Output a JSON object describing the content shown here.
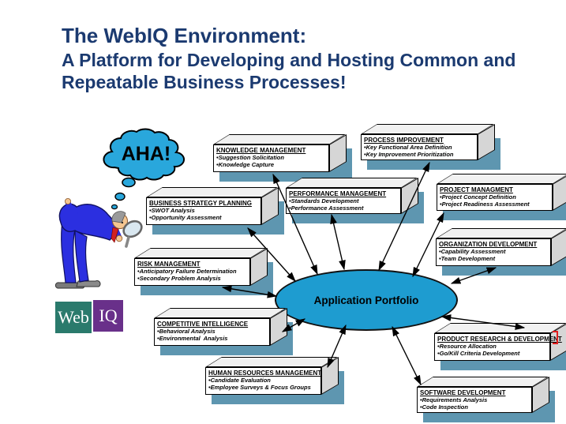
{
  "title": {
    "line1": "The WebIQ Environment:",
    "line2": "A Platform for Developing and Hosting Common and",
    "line3": "Repeatable Business Processes!"
  },
  "bubble": {
    "text": "AHA!"
  },
  "center": {
    "label": "Application Portfolio"
  },
  "logo": {
    "left": "Web",
    "right": "IQ"
  },
  "boxes": [
    {
      "title": "KNOWLEDGE MANAGEMENT",
      "bullets": [
        "•Suggestion Solicitation",
        "•Knowledge Capture"
      ]
    },
    {
      "title": "PROCESS IMPROVEMENT",
      "bullets": [
        "•Key Functional Area Definition",
        "•Key Improvement Prioritization"
      ]
    },
    {
      "title": "BUSINESS STRATEGY PLANNING",
      "bullets": [
        "•SWOT Analysis",
        "•Opportunity Assessment"
      ]
    },
    {
      "title": "PERFORMANCE MANAGEMENT",
      "bullets": [
        "•Standards Development",
        "•Performance Assessment"
      ]
    },
    {
      "title": "PROJECT MANAGMENT",
      "bullets": [
        "•Project Concept Definition",
        "•Project Readiness Assessment"
      ]
    },
    {
      "title": "ORGANIZATION DEVELOPMENT",
      "bullets": [
        "•Capability Assessment",
        "•Team Development"
      ]
    },
    {
      "title": "RISK MANAGEMENT",
      "bullets": [
        "•Anticipatory Failure Determination",
        "•Secondary Problem Analysis"
      ]
    },
    {
      "title": "COMPETITIVE INTELLIGENCE",
      "bullets": [
        "•Behavioral Analysis",
        "•Environmental  Analysis"
      ]
    },
    {
      "title": "HUMAN RESOURCES MANAGEMENT",
      "bullets": [
        "•Candidate Evaluation",
        "•Employee Surveys & Focus Groups"
      ]
    },
    {
      "title": "PRODUCT RESEARCH & DEVELOPMENT",
      "bullets": [
        "•Resource Allocation",
        "•Go/Kill Criteria Development"
      ]
    },
    {
      "title": "SOFTWARE DEVELOPMENT",
      "bullets": [
        "•Requirements Analysis",
        "•Code Inspection"
      ]
    }
  ],
  "colors": {
    "title_navy": "#1B3A70",
    "ellipse_cyan": "#1E9CD0",
    "bubble_cyan": "#29A7DC",
    "box_shadow_steel": "#5E96B0",
    "logo_teal": "#2A7A6C",
    "logo_purple": "#69308A",
    "suit_blue": "#2B2FE0",
    "tie_red": "#D02020"
  }
}
